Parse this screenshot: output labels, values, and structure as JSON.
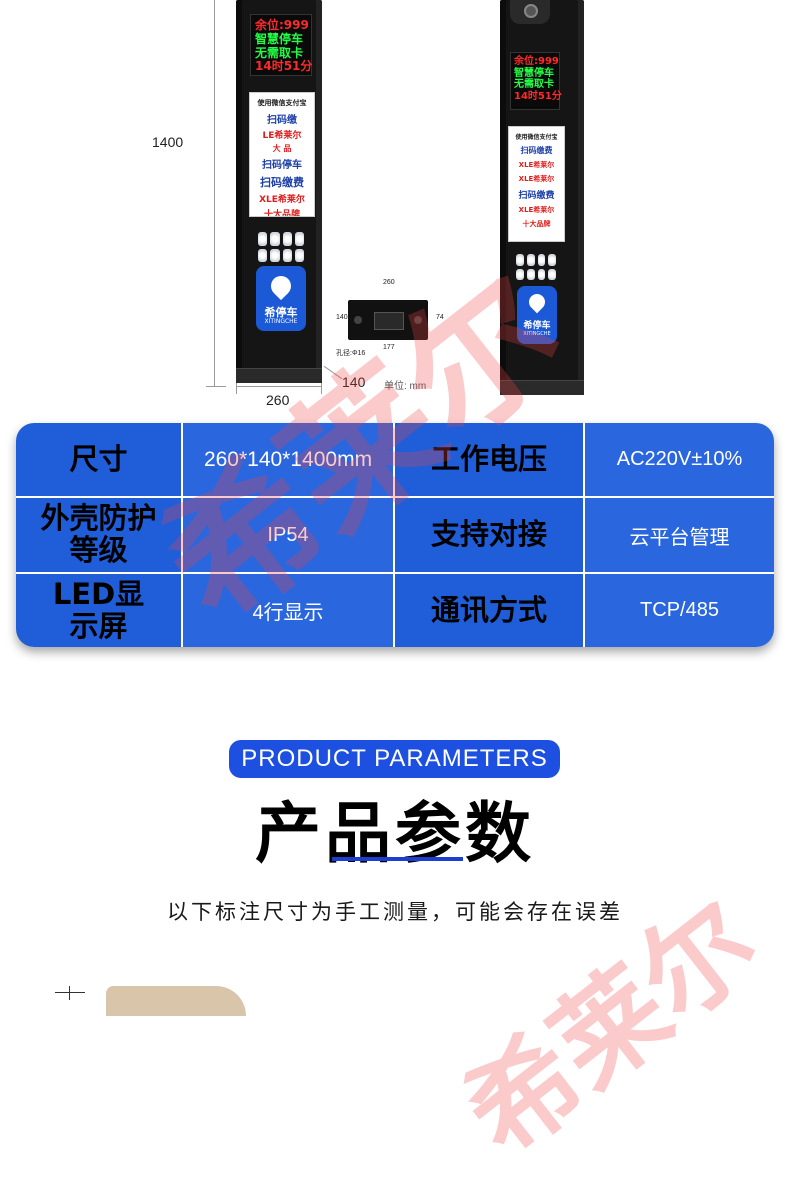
{
  "illustration": {
    "dimensions": {
      "height_label": "1400",
      "width_label": "260",
      "depth_label": "140"
    },
    "base_drawing": {
      "width": "260",
      "depth": "140",
      "offset": "74",
      "length": "177",
      "hole": "孔径:Φ16",
      "unit": "单位: mm"
    },
    "left_unit": {
      "screen": {
        "line1": "余位:999",
        "line2": "智慧停车",
        "line3": "无需取卡",
        "line4": "14时51分"
      },
      "panel": {
        "header": "使用微信支付宝",
        "qr_line1": "扫码缴",
        "brand1": "LE希莱尔",
        "big1": "大 品",
        "qr_line2": "扫码停车",
        "pay": "扫码缴费",
        "brand2": "XLE希莱尔",
        "top10": "十大品牌"
      },
      "logo": {
        "cn": "希停车",
        "en": "XITINGCHE"
      }
    },
    "right_unit": {
      "screen": {
        "line1": "余位:999",
        "line2": "智慧停车",
        "line3": "无需取卡",
        "line4": "14时51分"
      },
      "panel": {
        "header": "使用微信支付宝",
        "qr_line1": "扫码缴费",
        "brand1": "XLE希莱尔",
        "brand1b": "XLE希莱尔",
        "pay": "扫码缴费",
        "brand2": "XLE希莱尔",
        "top10": "十大品牌"
      },
      "logo": {
        "cn": "希停车",
        "en": "XITINGCHE"
      }
    },
    "watermark": "希莱尔"
  },
  "spec_table": {
    "rows": [
      {
        "label1": "尺寸",
        "value1": "260*140*1400mm",
        "label2": "工作电压",
        "value2": "AC220V±10%"
      },
      {
        "label1": "外壳防护等级",
        "value1": "IP54",
        "label2": "支持对接",
        "value2": "云平台管理"
      },
      {
        "label1": "LED显示屏",
        "value1": "4行显示",
        "label2": "通讯方式",
        "value2": "TCP/485"
      }
    ]
  },
  "parameters": {
    "pill": "PRODUCT PARAMETERS",
    "title": "产品参数",
    "note": "以下标注尺寸为手工测量，可能会存在误差"
  },
  "colors": {
    "table_blue": "#1f5ed8",
    "pill_blue": "#1d4fe0",
    "led_red": "#ff2a2a",
    "led_green": "#22ff44"
  }
}
